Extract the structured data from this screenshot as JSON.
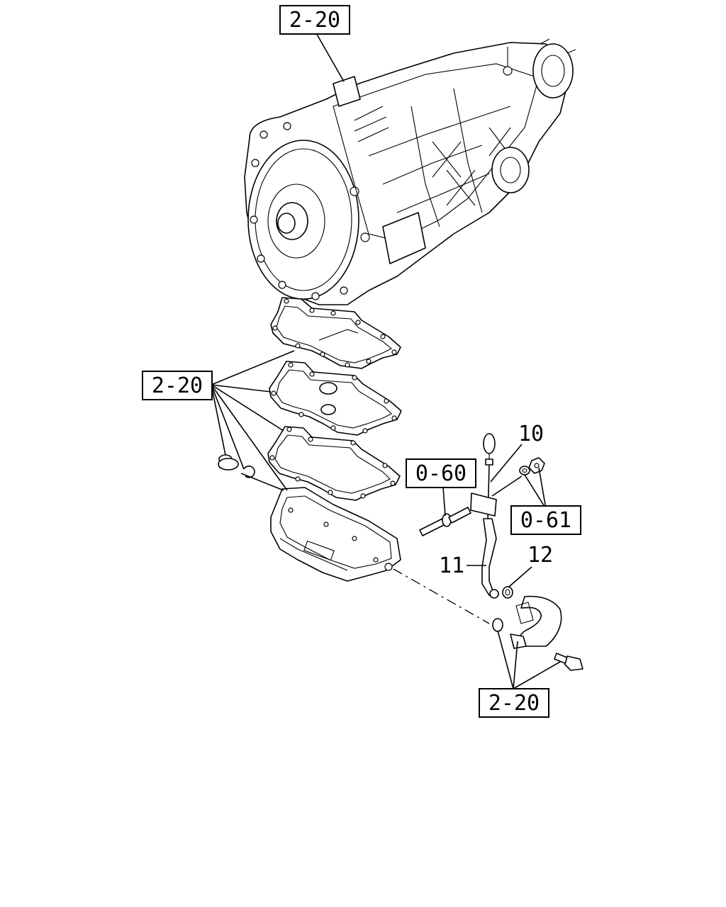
{
  "callouts": {
    "ref_top": "2-20",
    "ref_left": "2-20",
    "ref_bottom": "2-20",
    "ref_060": "0-60",
    "ref_061": "0-61",
    "part_10": "10",
    "part_11": "11",
    "part_12": "12"
  }
}
